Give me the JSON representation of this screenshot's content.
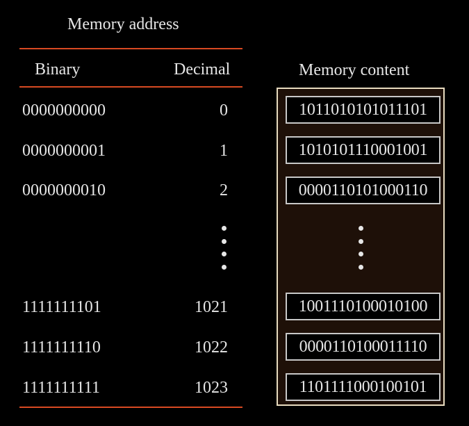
{
  "address": {
    "title": "Memory address",
    "headers": {
      "binary": "Binary",
      "decimal": "Decimal"
    },
    "rows_top": [
      {
        "binary": "0000000000",
        "decimal": "0"
      },
      {
        "binary": "0000000001",
        "decimal": "1"
      },
      {
        "binary": "0000000010",
        "decimal": "2"
      }
    ],
    "rows_bottom": [
      {
        "binary": "1111111101",
        "decimal": "1021"
      },
      {
        "binary": "1111111110",
        "decimal": "1022"
      },
      {
        "binary": "1111111111",
        "decimal": "1023"
      }
    ],
    "ellipsis": "vertical-dots"
  },
  "content": {
    "title": "Memory content",
    "words_top": [
      "1011010101011101",
      "1010101110001001",
      "0000110101000110"
    ],
    "words_bottom": [
      "1001110100010100",
      "0000110100011110",
      "1101111000100101"
    ],
    "ellipsis": "vertical-dots"
  },
  "colors": {
    "rule": "#d84a22",
    "box_border": "#e8dcc0",
    "box_fill": "#1e1008",
    "text": "#e6e6e6"
  }
}
